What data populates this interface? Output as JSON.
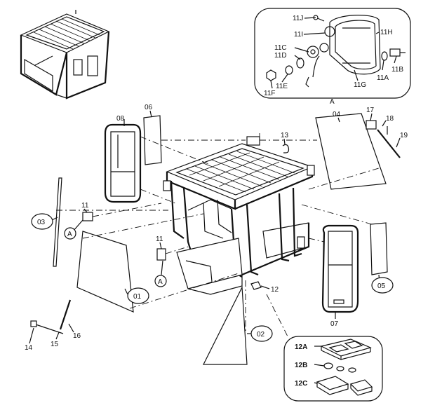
{
  "callouts": {
    "c11J": "11J",
    "c11I": "11I",
    "c11H": "11H",
    "c11C": "11C",
    "c11D": "11D",
    "c11B": "11B",
    "c11A": "11A",
    "c11G": "11G",
    "c11E": "11E",
    "c11F": "11F",
    "detailA": "A",
    "c08": "08",
    "c06": "06",
    "c13": "13",
    "c04": "04",
    "c17": "17",
    "c18": "18",
    "c19": "19",
    "c03": "03",
    "c11a": "11",
    "refA1": "A",
    "c11b": "11",
    "refA2": "A",
    "c01": "01",
    "c05": "05",
    "c07": "07",
    "c12": "12",
    "c14": "14",
    "c15": "15",
    "c16": "16",
    "c02": "02",
    "c12A": "12A",
    "c12B": "12B",
    "c12C": "12C"
  }
}
